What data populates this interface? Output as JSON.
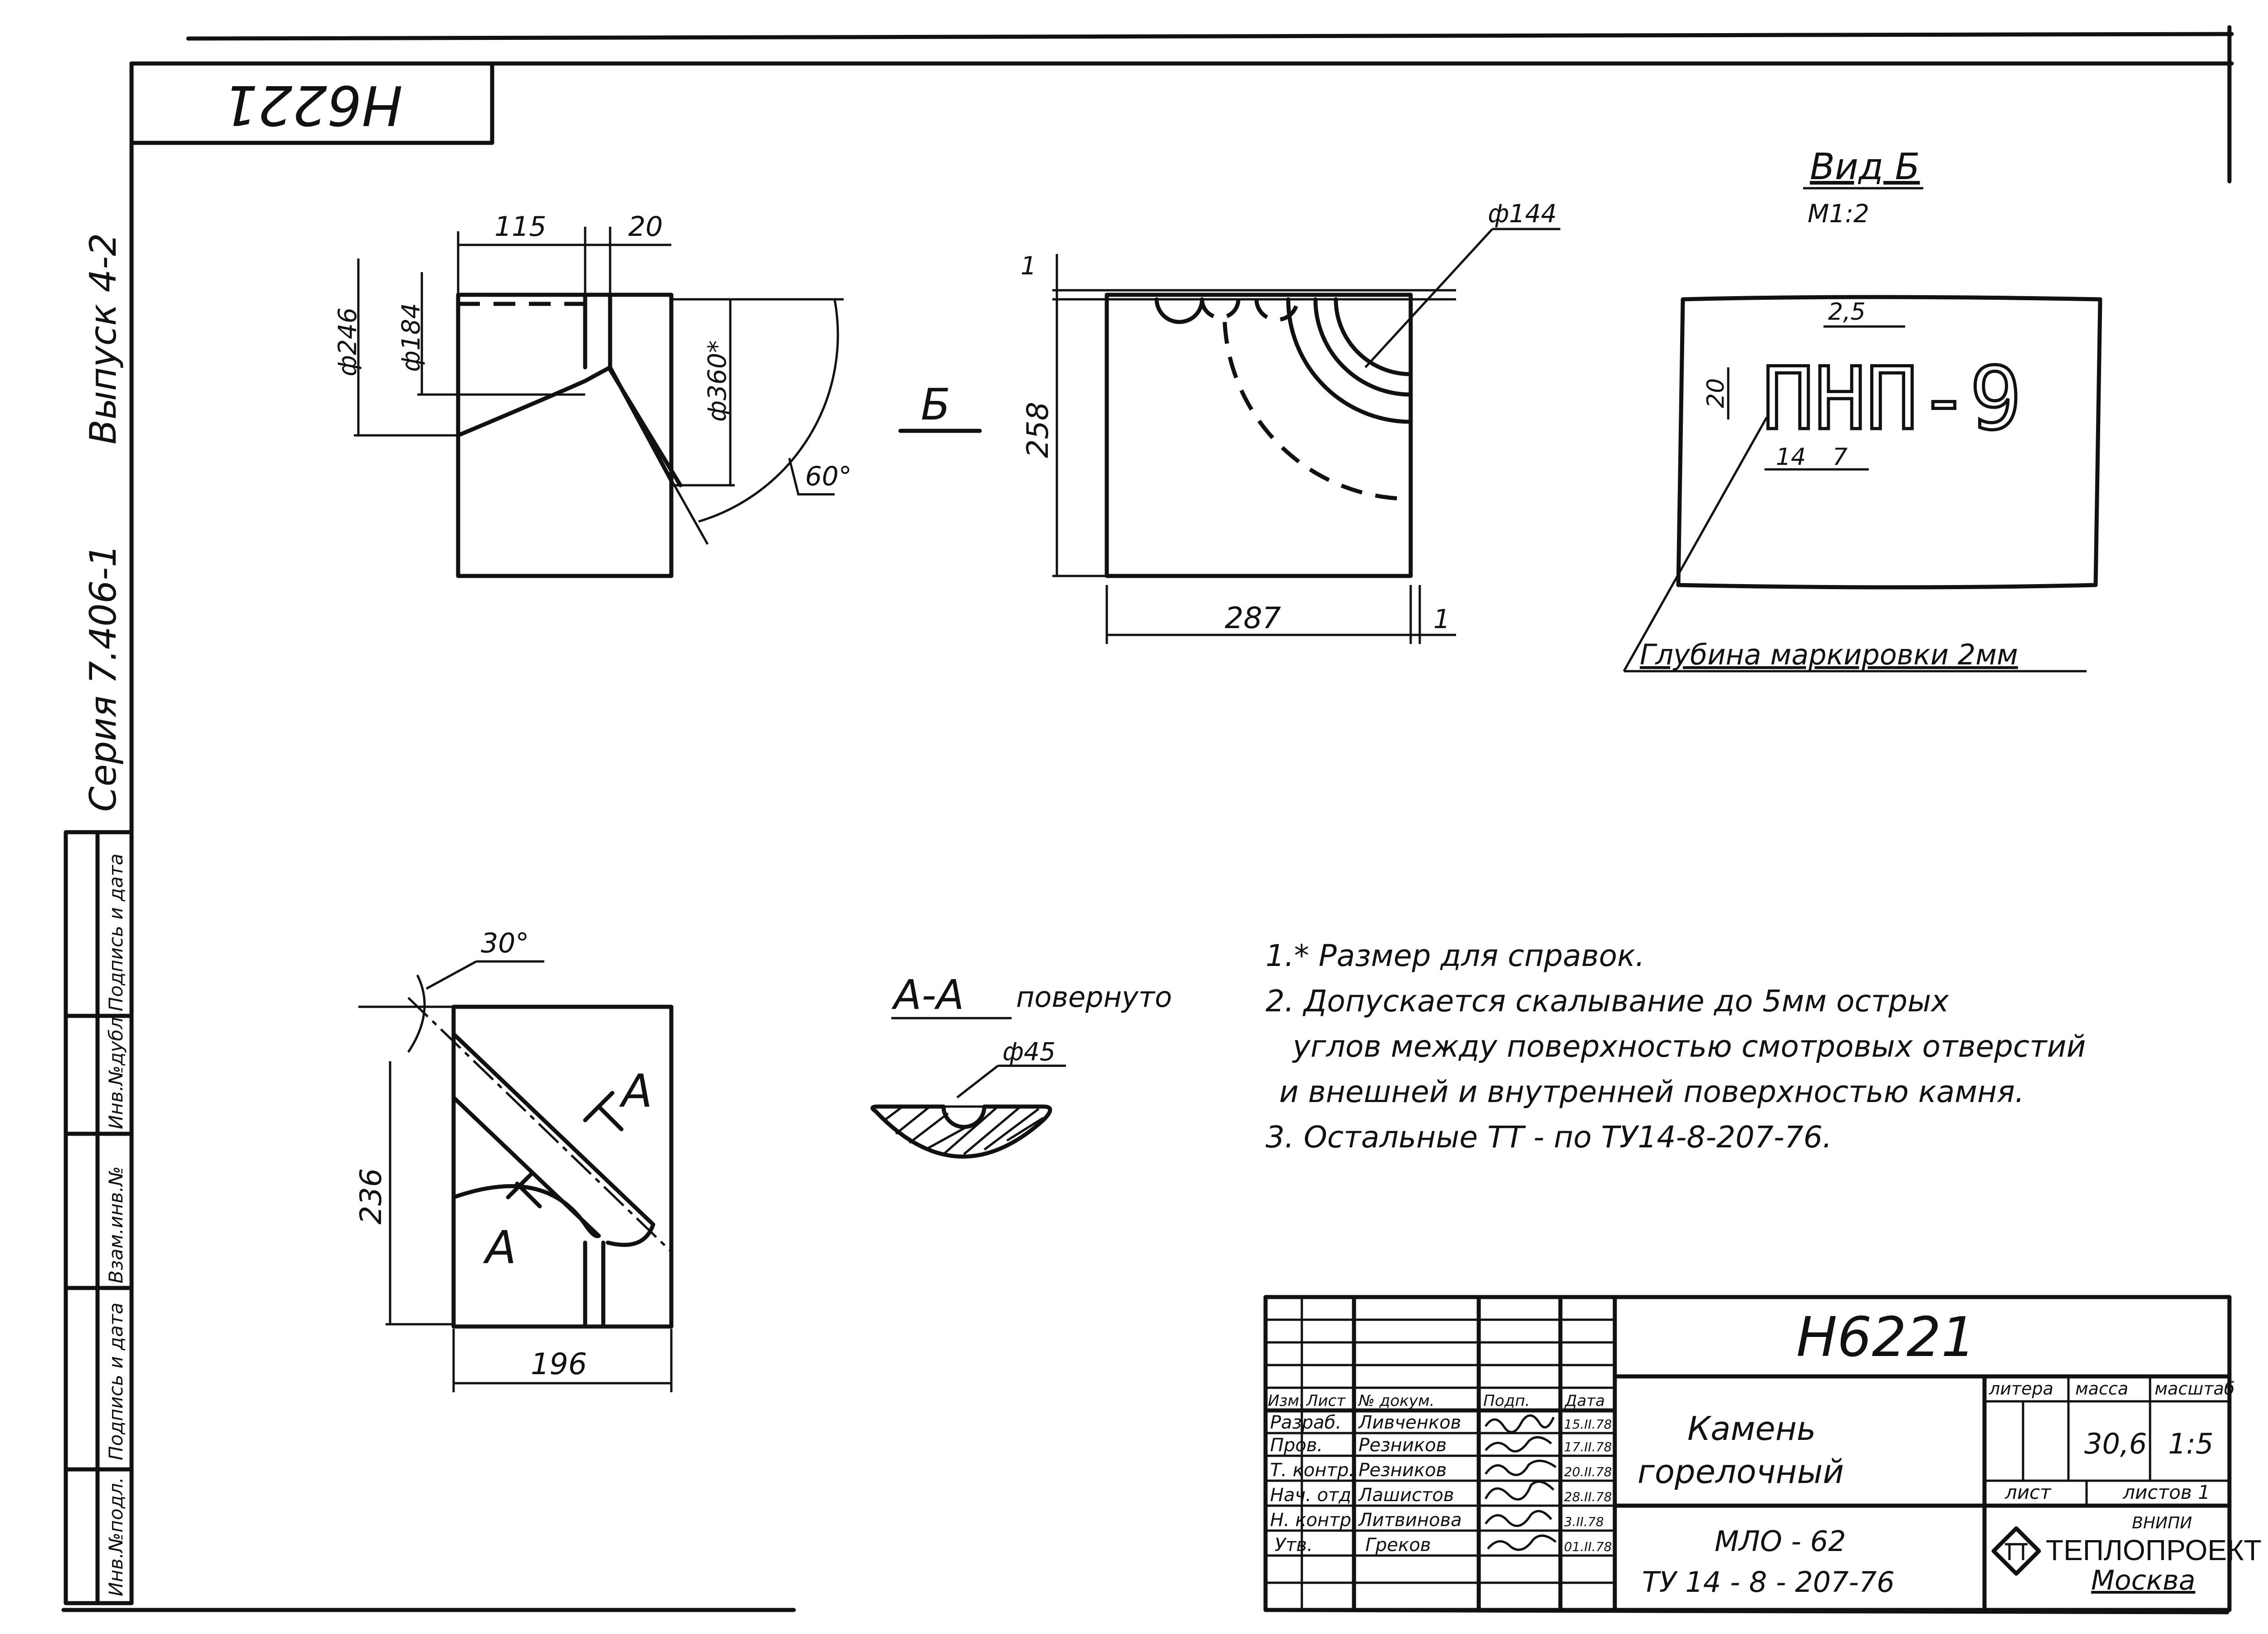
{
  "stamp_number": "H6221",
  "series": {
    "series_label": "Серия 7.406-1",
    "issue_label": "Выпуск 4-2"
  },
  "side_columns": [
    "Инв.№подл.",
    "Подпись и дата",
    "Взам.инв.№",
    "Инв.№дубл.",
    "Подпись и дата"
  ],
  "front_view": {
    "dim_115": "115",
    "dim_20": "20",
    "dim_d246": "ф246",
    "dim_d184": "ф184",
    "dim_d360": "ф360*",
    "dim_60": "60°"
  },
  "side_view": {
    "arrow_label": "Б",
    "dim_d144": "ф144",
    "dim_1_top": "1",
    "dim_258": "258",
    "dim_287": "287",
    "dim_1_bottom": "1"
  },
  "view_b": {
    "title": "Вид Б",
    "scale": "М1:2",
    "marking": "ПНП-9",
    "dim_25": "2,5",
    "dim_20": "20",
    "dim_14": "14",
    "dim_7": "7",
    "depth_note": "Глубина маркировки 2мм"
  },
  "bottom_view": {
    "dim_30": "30°",
    "dim_236": "236",
    "dim_196": "196",
    "section_mark_top": "А",
    "section_mark_bottom": "А"
  },
  "section_aa": {
    "title": "А-А",
    "suffix": "повернуто",
    "dim_d45": "ф45"
  },
  "notes": [
    "1.* Размер для справок.",
    "2. Допускается скалывание до 5мм острых",
    "углов между поверхностью смотровых отверстий",
    "и внешней и внутренней поверхностью камня.",
    "3. Остальные ТТ - по ТУ14-8-207-76."
  ],
  "title_block": {
    "designation": "Н6221",
    "name_line1": "Камень",
    "name_line2": "горелочный",
    "material": "МЛО - 62",
    "standard": "ТУ 14 - 8 - 207-76",
    "head_litera": "литера",
    "head_mass": "масса",
    "head_scale": "масштаб",
    "mass": "30,6",
    "scale": "1:5",
    "sheet_label": "лист",
    "sheets_label": "листов 1",
    "org_small": "ВНИПИ",
    "org_name": "ТЕПЛОПРОЕКТ",
    "org_city": "Москва",
    "col_headers": [
      "Изм.",
      "Лист",
      "№ докум.",
      "Подп.",
      "Дата"
    ],
    "rows": [
      {
        "role": "Разраб.",
        "name": "Ливченков",
        "date": "15.II.78"
      },
      {
        "role": "Пров.",
        "name": "Резников",
        "date": "17.II.78"
      },
      {
        "role": "Т. контр.",
        "name": "Резников",
        "date": "20.II.78"
      },
      {
        "role": "Нач. отд.",
        "name": "Лашистов",
        "date": "28.II.78"
      },
      {
        "role": "Н. контр.",
        "name": "Литвинова",
        "date": "3.II.78"
      },
      {
        "role": "Утв.",
        "name": "Греков",
        "date": "01.II.78"
      }
    ]
  }
}
